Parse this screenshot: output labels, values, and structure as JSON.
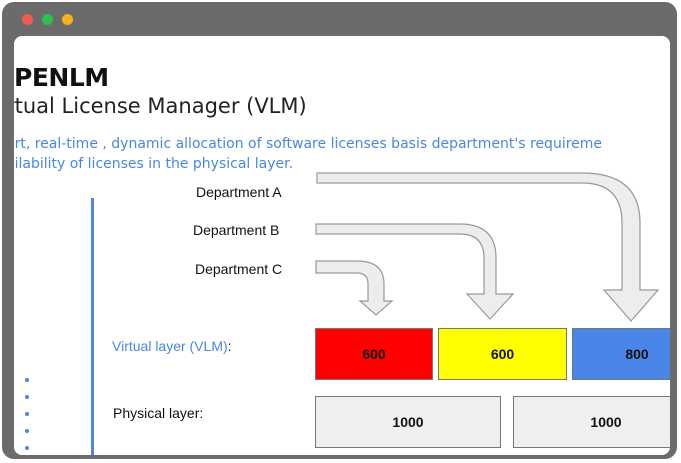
{
  "window": {
    "controls": [
      "close",
      "minimize",
      "maximize"
    ]
  },
  "slide": {
    "brand": "PENLM",
    "title": "rtual License Manager (VLM)",
    "description_line1": "art, real-time , dynamic allocation of software licenses basis department's requireme",
    "description_line2": "ailability of licenses in the physical layer."
  },
  "diagram": {
    "departments": [
      "Department A",
      "Department B",
      "Department C"
    ],
    "virtual_layer_label": "Virtual layer (VLM)",
    "virtual_layer_colon": ":",
    "physical_layer_label": "Physical layer:",
    "virtual_boxes": [
      {
        "value": "600",
        "color": "#ff0000"
      },
      {
        "value": "600",
        "color": "#ffff00"
      },
      {
        "value": "800",
        "color": "#4a86e8"
      }
    ],
    "physical_boxes": [
      {
        "value": "1000",
        "color": "#efefef"
      },
      {
        "value": "1000",
        "color": "#efefef"
      }
    ]
  }
}
